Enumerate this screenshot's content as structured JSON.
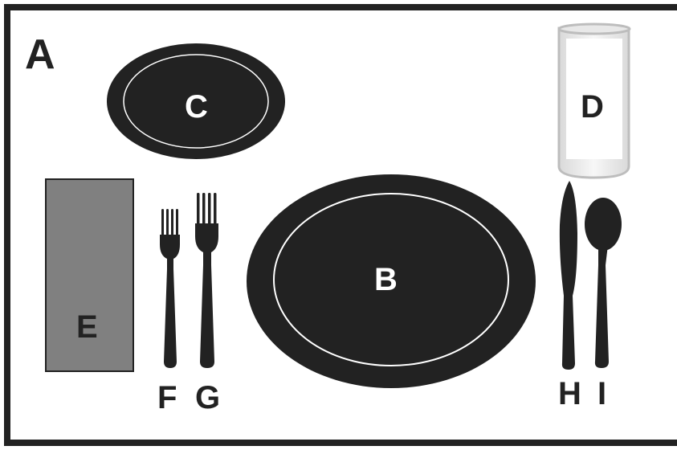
{
  "diagram_label": "A",
  "items": {
    "bread_plate": {
      "label": "C"
    },
    "glass": {
      "label": "D"
    },
    "napkin": {
      "label": "E"
    },
    "dinner_plate": {
      "label": "B"
    },
    "salad_fork": {
      "label": "F"
    },
    "dinner_fork": {
      "label": "G"
    },
    "knife": {
      "label": "H"
    },
    "spoon": {
      "label": "I"
    }
  },
  "colors": {
    "dark": "#222222",
    "napkin_fill": "#808080",
    "glass_rim": "#c8c8c8"
  }
}
